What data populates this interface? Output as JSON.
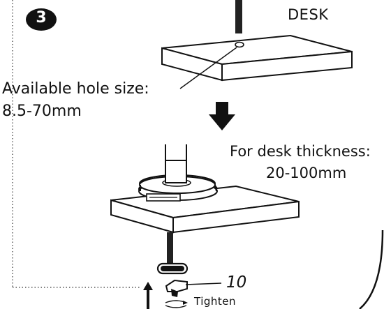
{
  "step": {
    "number": "3"
  },
  "labels": {
    "desk": "DESK",
    "hole_size_title": "Available hole size:",
    "hole_size_range": "8.5-70mm",
    "thickness_title": "For desk thickness:",
    "thickness_range": "20-100mm",
    "part_number": "10",
    "tighten": "Tighten"
  }
}
